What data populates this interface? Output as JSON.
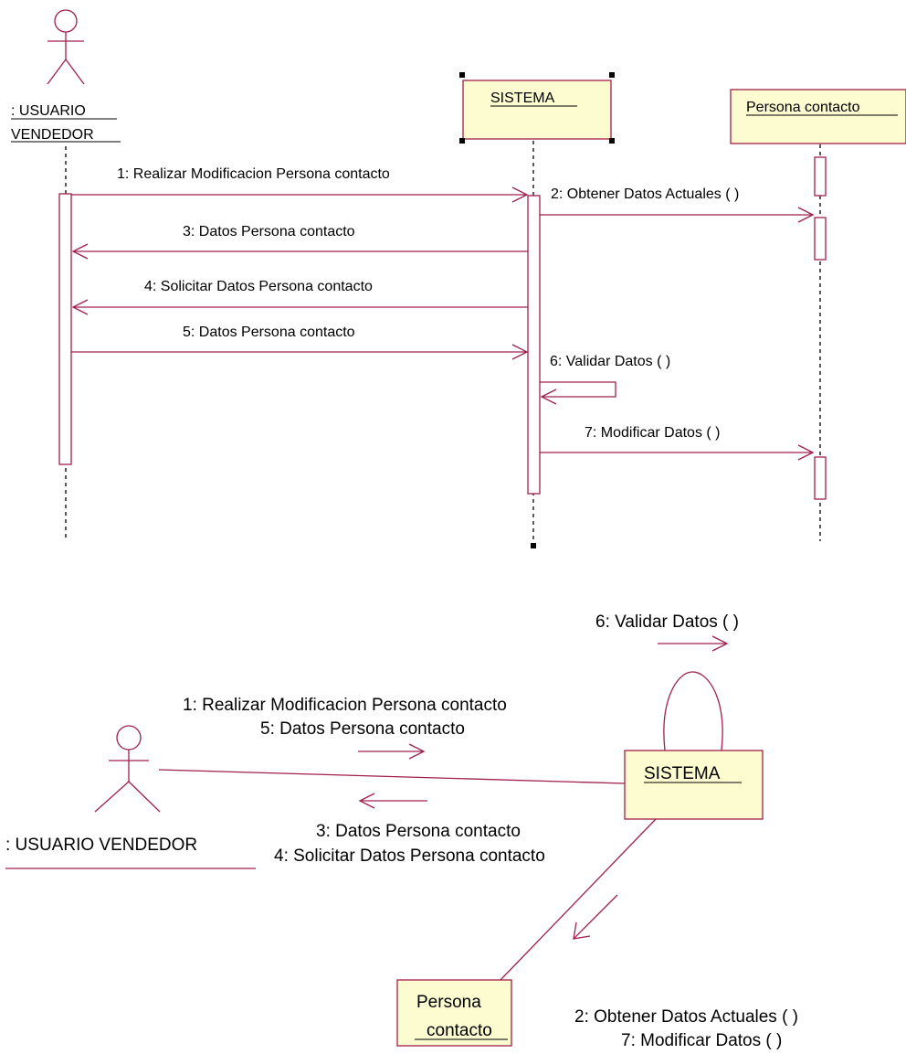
{
  "sequence": {
    "actor_line1": ": USUARIO",
    "actor_line2": "VENDEDOR",
    "sistema": "SISTEMA",
    "persona": "Persona contacto",
    "messages": [
      "1: Realizar Modificacion Persona contacto",
      "2: Obtener Datos Actuales ( )",
      "3: Datos Persona contacto",
      "4: Solicitar Datos Persona contacto",
      "5: Datos Persona contacto",
      "6: Validar Datos ( )",
      "7: Modificar Datos ( )"
    ]
  },
  "collaboration": {
    "actor": ": USUARIO VENDEDOR",
    "sistema": "SISTEMA",
    "persona_line1": "Persona",
    "persona_line2": "contacto",
    "self_msg": "6: Validar Datos ( )",
    "to_sistema_1": "1: Realizar Modificacion Persona contacto",
    "to_sistema_2": "5: Datos Persona contacto",
    "to_actor_1": "3: Datos Persona contacto",
    "to_actor_2": "4: Solicitar Datos Persona contacto",
    "to_persona_1": "2: Obtener Datos Actuales ( )",
    "to_persona_2": "7: Modificar Datos ( )"
  },
  "colors": {
    "line": "#a0204a",
    "box_fill": "#fdfbd0",
    "text": "#000000"
  }
}
